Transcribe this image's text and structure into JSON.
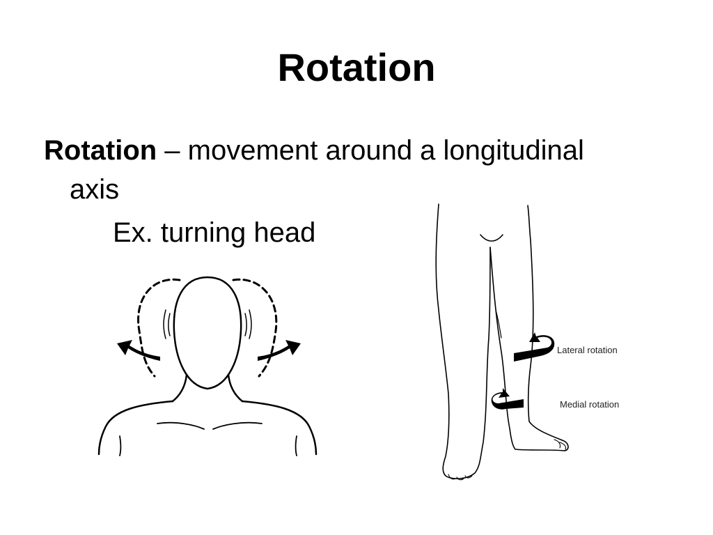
{
  "slide": {
    "title": "Rotation",
    "definition": {
      "term": "Rotation",
      "dash": " – movement around a longitudinal",
      "continuation": "axis"
    },
    "example": "Ex. turning head"
  },
  "figures": {
    "legs": {
      "labels": {
        "lateral": "Lateral rotation",
        "medial": "Medial rotation"
      }
    }
  },
  "colors": {
    "background": "#ffffff",
    "ink": "#000000"
  }
}
